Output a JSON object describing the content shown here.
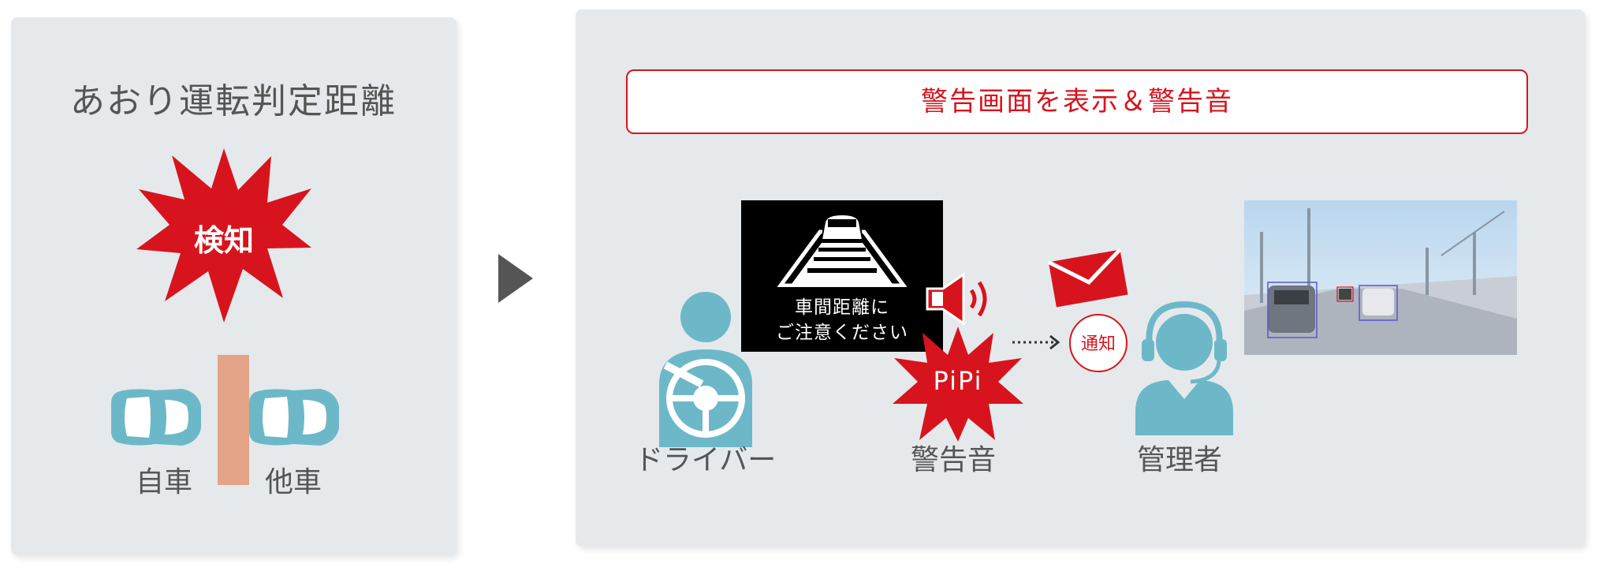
{
  "left_panel": {
    "title": "あおり運転判定距離",
    "burst_label": "検知",
    "own_car_label": "自車",
    "other_car_label": "他車"
  },
  "right_panel": {
    "banner": "警告画面を表示＆警告音",
    "screen_line1": "車間距離に",
    "screen_line2": "ご注意ください",
    "sound_burst": "PiPi",
    "notify_badge": "通知",
    "driver_label": "ドライバー",
    "warning_sound_label": "警告音",
    "manager_label": "管理者"
  },
  "colors": {
    "panel_bg": "#e5e9ec",
    "accent_red": "#d7141d",
    "person_teal": "#6db8c8",
    "car_teal": "#6db8c8",
    "distance_bar": "#e3a487",
    "arrow_gray": "#555555"
  },
  "icons": [
    "burst-icon",
    "car-icon",
    "arrow-icon",
    "driver-icon",
    "speaker-icon",
    "envelope-icon",
    "headset-operator-icon",
    "camera-photo"
  ]
}
